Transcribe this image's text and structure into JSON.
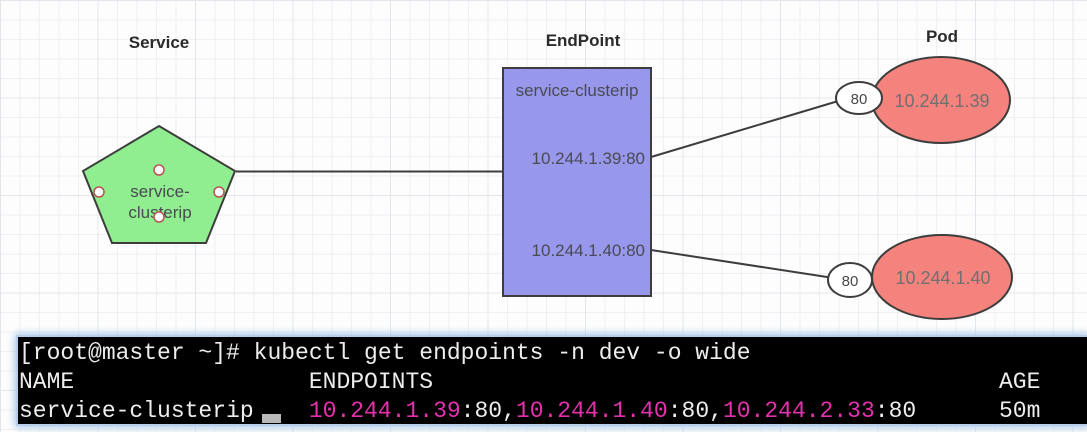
{
  "colors": {
    "service_fill": "#90ee90",
    "endpoint_fill": "#9797ec",
    "pod_fill": "#f4827d",
    "shape_stroke": "#3d3d3d",
    "terminal_bg": "#000000",
    "terminal_text": "#ededed",
    "terminal_magenta": "#e531ae"
  },
  "diagram": {
    "service_label": "Service",
    "endpoint_label": "EndPoint",
    "pod_label": "Pod",
    "service_node": {
      "line1": "service-",
      "line2": "clusterip"
    },
    "endpoint_node": {
      "title": "service-clusterip",
      "endpoint1": "10.244.1.39:80",
      "endpoint2": "10.244.1.40:80"
    },
    "pods": [
      {
        "port": "80",
        "ip": "10.244.1.39"
      },
      {
        "port": "80",
        "ip": "10.244.1.40"
      }
    ]
  },
  "terminal": {
    "command_line": "[root@master ~]# kubectl get endpoints -n dev -o wide",
    "header": {
      "name": "NAME",
      "endpoints": "ENDPOINTS",
      "age": "AGE"
    },
    "row": {
      "name": "service-clusterip",
      "endpoints": [
        {
          "ip": "10.244.1.39",
          "sep": ":80,"
        },
        {
          "ip": "10.244.1.40",
          "sep": ":80,"
        },
        {
          "ip": "10.244.2.33",
          "sep": ":80"
        }
      ],
      "age": "50m"
    }
  }
}
